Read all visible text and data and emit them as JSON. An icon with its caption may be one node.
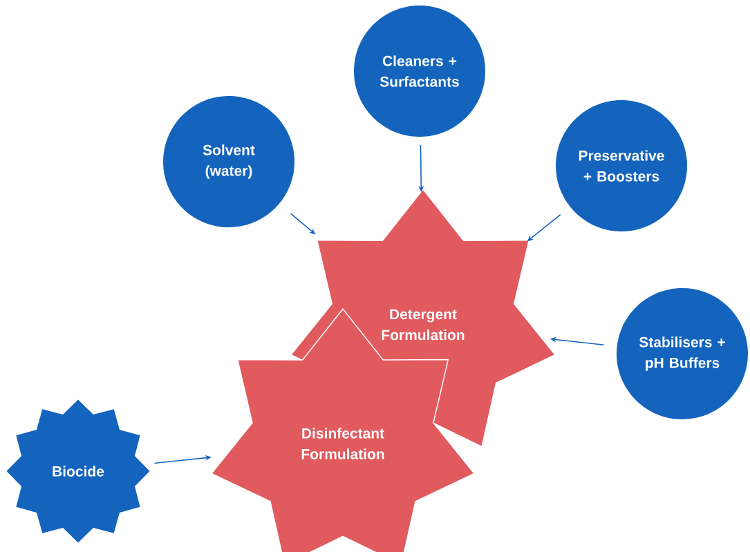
{
  "diagram": {
    "nodes": [
      {
        "text": [
          "Cleaners + Surfactants"
        ]
      },
      {
        "text": [
          "Solvent (water)"
        ]
      },
      {
        "text": [
          "Preservative + Boosters"
        ]
      },
      {
        "text": [
          "Detergent Formulation"
        ]
      },
      {
        "text": [
          "Stabilisers + pH Buffers"
        ]
      },
      {
        "text": [
          "Biocide"
        ]
      },
      {
        "text": [
          "Disinfectant Formulation"
        ]
      }
    ],
    "edges": [
      {
        "from": 1,
        "to": 3,
        "arrow": "to"
      },
      {
        "from": 0,
        "to": 3,
        "arrow": "to"
      },
      {
        "from": 2,
        "to": 3,
        "arrow": "to"
      },
      {
        "from": 4,
        "to": 3,
        "arrow": "to"
      },
      {
        "from": 5,
        "to": 6,
        "arrow": "to"
      }
    ]
  }
}
